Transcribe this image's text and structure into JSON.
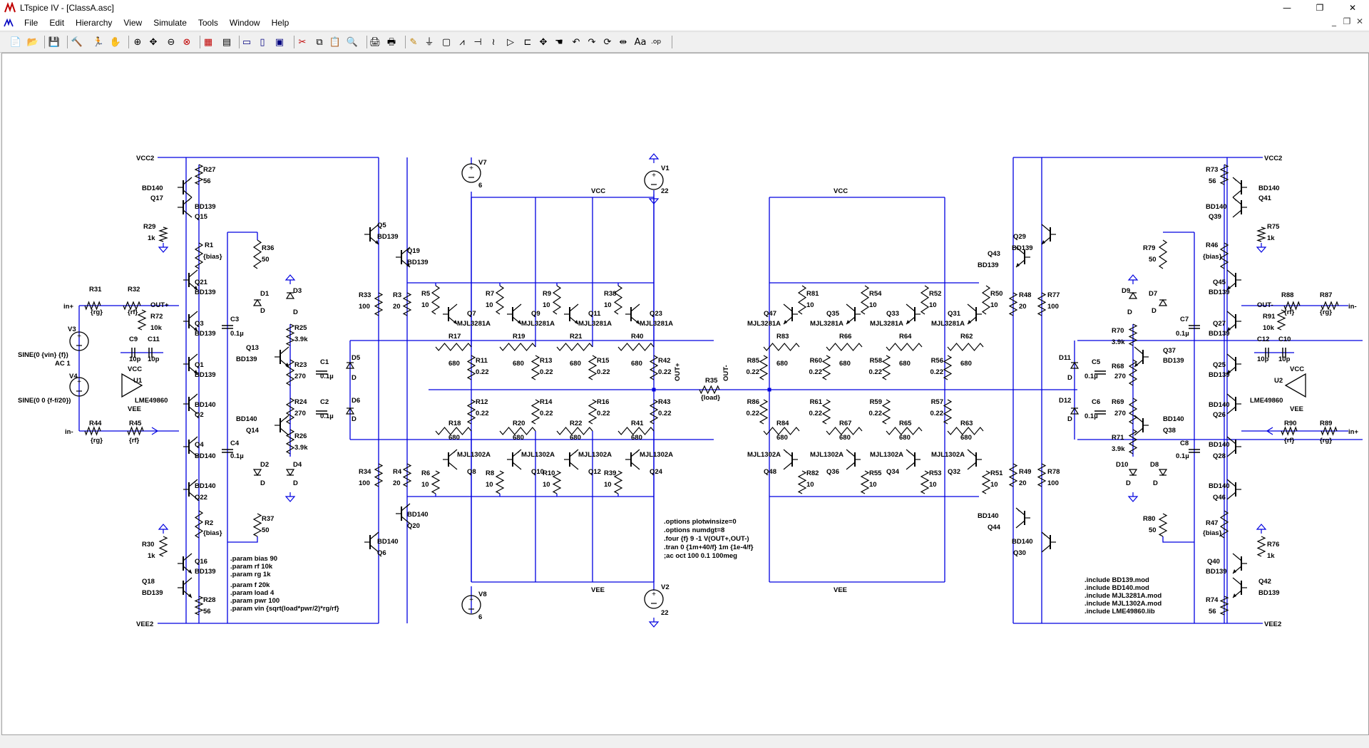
{
  "window": {
    "title": "LTspice IV - [ClassA.asc]"
  },
  "menu": [
    "File",
    "Edit",
    "Hierarchy",
    "View",
    "Simulate",
    "Tools",
    "Window",
    "Help"
  ],
  "toolbar": [
    "new-schematic",
    "open",
    "save",
    "control-panel",
    "run",
    "halt",
    "zoom-in",
    "pan",
    "zoom-out",
    "zoom-fit",
    "autorange",
    "fft",
    "tile-horizontal",
    "tile-vertical",
    "cascade",
    "cut",
    "copy",
    "paste",
    "find",
    "print-setup",
    "print",
    "draw-wire",
    "ground",
    "label-net",
    "resistor",
    "capacitor",
    "inductor",
    "diode",
    "component",
    "move",
    "drag",
    "undo",
    "redo",
    "rotate",
    "mirror",
    "text",
    "spice-directive"
  ],
  "colors": {
    "wire": "#0000e0",
    "component": "#000000",
    "text": "#000000"
  },
  "schematic": {
    "nets": {
      "vcc2_l": "VCC2",
      "vee2_l": "VEE2",
      "vcc2_r": "VCC2",
      "vee2_r": "VEE2",
      "vcc_t": "VCC",
      "vee_b": "VEE",
      "vcc_tr": "VCC",
      "vee_br": "VEE",
      "outp": "OUT+",
      "outm": "OUT-",
      "inp": "in+",
      "inm": "in-",
      "outm_r": "OUT-",
      "inp_r": "in+",
      "inm_r": "in-",
      "outp_l": "OUT+",
      "vcc_u1": "VCC",
      "vee_u1": "VEE",
      "vcc_u2": "VCC",
      "vee_u2": "VEE"
    },
    "left": {
      "Q17": "Q17",
      "Q17m": "BD140",
      "Q15": "Q15",
      "Q15m": "BD139",
      "R27": "R27",
      "R27v": "56",
      "R29": "R29",
      "R29v": "1k",
      "R1": "R1",
      "R1v": "{bias}",
      "Q21": "Q21",
      "Q21m": "BD139",
      "Q3": "Q3",
      "Q3m": "BD139",
      "Q1": "Q1",
      "Q1m": "BD139",
      "Q2": "Q2",
      "Q2m": "BD140",
      "Q4": "Q4",
      "Q4m": "BD140",
      "Q22": "Q22",
      "Q22m": "BD140",
      "R2": "R2",
      "R2v": "{bias}",
      "R30": "R30",
      "R30v": "1k",
      "Q16": "Q16",
      "Q16m": "BD139",
      "Q18": "Q18",
      "Q18m": "BD139",
      "R28": "R28",
      "R28v": "56",
      "R31": "R31",
      "R31v": "{rg}",
      "R32": "R32",
      "R32v": "{rf}",
      "R72": "R72",
      "R72v": "10k",
      "V3": "V3",
      "V3v": "SINE(0 {vin} {f})",
      "V3ac": "AC 1",
      "V4": "V4",
      "V4v": "SINE(0 0 {f-f/20})",
      "C9": "C9",
      "C9v": "10p",
      "C11": "C11",
      "C11v": "10p",
      "U1": "U1",
      "U1m": "LME49860",
      "R44": "R44",
      "R44v": "{rg}",
      "R45": "R45",
      "R45v": "{rf}",
      "C3": "C3",
      "C3v": "0.1µ",
      "C4": "C4",
      "C4v": "0.1µ",
      "R36": "R36",
      "R36v": "50",
      "D1": "D1",
      "D1v": "D",
      "D3": "D3",
      "D3v": "D",
      "R25": "R25",
      "R25v": "3.9k",
      "Q13": "Q13",
      "Q13m": "BD139",
      "R23": "R23",
      "R23v": "270",
      "C1": "C1",
      "C1v": "0.1µ",
      "D5": "D5",
      "D5v": "D",
      "R24": "R24",
      "R24v": "270",
      "C2": "C2",
      "C2v": "0.1µ",
      "D6": "D6",
      "D6v": "D",
      "Q14": "Q14",
      "Q14m": "BD140",
      "R26": "R26",
      "R26v": "3.9k",
      "D2": "D2",
      "D2v": "D",
      "D4": "D4",
      "D4v": "D",
      "R37": "R37",
      "R37v": "50",
      "Q5": "Q5",
      "Q5m": "BD139",
      "Q19": "Q19",
      "Q19m": "BD139",
      "R33": "R33",
      "R33v": "100",
      "R3": "R3",
      "R3v": "20",
      "R34": "R34",
      "R34v": "100",
      "R4": "R4",
      "R4v": "20",
      "Q20": "Q20",
      "Q20m": "BD140",
      "Q6": "Q6",
      "Q6m": "BD140",
      "V7": "V7",
      "V7v": "6",
      "V8": "V8",
      "V8v": "6",
      "V1": "V1",
      "V1v": "22",
      "V2": "V2",
      "V2v": "22",
      "R5": "R5",
      "R5v": "10",
      "R7": "R7",
      "R7v": "10",
      "R9": "R9",
      "R9v": "10",
      "R38": "R38",
      "R38v": "10",
      "Q7": "Q7",
      "Q9": "Q9",
      "Q11": "Q11",
      "Q23": "Q23",
      "npnm": "MJL3281A",
      "R17": "R17",
      "R17v": "680",
      "R19": "R19",
      "R19v": "680",
      "R21": "R21",
      "R21v": "680",
      "R40": "R40",
      "R40v": "680",
      "R11": "R11",
      "R11v": "0.22",
      "R13": "R13",
      "R13v": "0.22",
      "R15": "R15",
      "R15v": "0.22",
      "R42": "R42",
      "R42v": "0.22",
      "R12": "R12",
      "R12v": "0.22",
      "R14": "R14",
      "R14v": "0.22",
      "R16": "R16",
      "R16v": "0.22",
      "R43": "R43",
      "R43v": "0.22",
      "R18": "R18",
      "R18v": "680",
      "R20": "R20",
      "R20v": "680",
      "R22": "R22",
      "R22v": "680",
      "R41": "R41",
      "R41v": "680",
      "Q8": "Q8",
      "Q10": "Q10",
      "Q12": "Q12",
      "Q24": "Q24",
      "pnpm": "MJL1302A",
      "R6": "R6",
      "R6v": "10",
      "R8": "R8",
      "R8v": "10",
      "R10": "R10",
      "R10v": "10",
      "R39": "R39",
      "R39v": "10",
      "R35": "R35",
      "R35v": "{load}"
    },
    "right": {
      "Q47": "Q47",
      "Q35": "Q35",
      "Q33": "Q33",
      "Q31": "Q31",
      "npnm": "MJL3281A",
      "R81": "R81",
      "R81v": "10",
      "R54": "R54",
      "R54v": "10",
      "R52": "R52",
      "R52v": "10",
      "R50": "R50",
      "R50v": "10",
      "R83": "R83",
      "R83v": "680",
      "R66": "R66",
      "R66v": "680",
      "R64": "R64",
      "R64v": "680",
      "R62": "R62",
      "R62v": "680",
      "R85": "R85",
      "R85v": "0.22",
      "R60": "R60",
      "R60v": "0.22",
      "R58": "R58",
      "R58v": "0.22",
      "R56": "R56",
      "R56v": "0.22",
      "R86": "R86",
      "R86v": "0.22",
      "R61": "R61",
      "R61v": "0.22",
      "R59": "R59",
      "R59v": "0.22",
      "R57": "R57",
      "R57v": "0.22",
      "R84": "R84",
      "R84v": "680",
      "R67": "R67",
      "R67v": "680",
      "R65": "R65",
      "R65v": "680",
      "R63": "R63",
      "R63v": "680",
      "Q48": "Q48",
      "Q36": "Q36",
      "Q34": "Q34",
      "Q32": "Q32",
      "pnpm": "MJL1302A",
      "R82": "R82",
      "R82v": "10",
      "R55": "R55",
      "R55v": "10",
      "R53": "R53",
      "R53v": "10",
      "R51": "R51",
      "R51v": "10",
      "Q29": "Q29",
      "Q29m": "BD139",
      "Q43": "Q43",
      "Q43m": "BD139",
      "R48": "R48",
      "R48v": "20",
      "R77": "R77",
      "R77v": "100",
      "R49": "R49",
      "R49v": "20",
      "R78": "R78",
      "R78v": "100",
      "Q44": "Q44",
      "Q44m": "BD140",
      "Q30": "Q30",
      "Q30m": "BD140",
      "R79": "R79",
      "R79v": "50",
      "D7": "D7",
      "D7v": "D",
      "D9": "D9",
      "D9v": "D",
      "R70": "R70",
      "R70v": "3.9k",
      "Q37": "Q37",
      "Q37m": "BD139",
      "D11": "D11",
      "D11v": "D",
      "C5": "C5",
      "C5v": "0.1µ",
      "R68": "R68",
      "R68v": "270",
      "D12": "D12",
      "D12v": "D",
      "C6": "C6",
      "C6v": "0.1µ",
      "R69": "R69",
      "R69v": "270",
      "R71": "R71",
      "R71v": "3.9k",
      "Q38": "Q38",
      "Q38m": "BD140",
      "D10": "D10",
      "D10v": "D",
      "D8": "D8",
      "D8v": "D",
      "R80": "R80",
      "R80v": "50",
      "C7": "C7",
      "C7v": "0.1µ",
      "C8": "C8",
      "C8v": "0.1µ",
      "R73": "R73",
      "R73v": "56",
      "Q41": "Q41",
      "Q41m": "BD140",
      "Q39": "Q39",
      "Q39m": "BD140",
      "R75": "R75",
      "R75v": "1k",
      "R46": "R46",
      "R46v": "{bias}",
      "Q45": "Q45",
      "Q45m": "BD139",
      "Q27": "Q27",
      "Q27m": "BD139",
      "Q25": "Q25",
      "Q25m": "BD139",
      "Q26": "Q26",
      "Q26m": "BD140",
      "Q28": "Q28",
      "Q28m": "BD140",
      "Q46": "Q46",
      "Q46m": "BD140",
      "R47": "R47",
      "R47v": "{bias}",
      "R76": "R76",
      "R76v": "1k",
      "Q40": "Q40",
      "Q40m": "BD139",
      "Q42": "Q42",
      "Q42m": "BD139",
      "R74": "R74",
      "R74v": "56",
      "R88": "R88",
      "R88v": "{rf}",
      "R87": "R87",
      "R87v": "{rg}",
      "R91": "R91",
      "R91v": "10k",
      "C12": "C12",
      "C12v": "10p",
      "C10": "C10",
      "C10v": "10p",
      "U2": "U2",
      "U2m": "LME49860",
      "R90": "R90",
      "R90v": "{rf}",
      "R89": "R89",
      "R89v": "{rg}"
    },
    "params": [
      ".param bias 90",
      ".param rf 10k",
      ".param rg 1k",
      ".param f 20k",
      ".param load 4",
      ".param pwr 100",
      ".param vin {sqrt(load*pwr/2)*rg/rf}"
    ],
    "options": [
      ".options plotwinsize=0",
      ".options numdgt=8",
      ".four {f} 9 -1 V(OUT+,OUT-)",
      ".tran 0 {1m+40/f} 1m {1e-4/f}",
      ";ac oct 100 0.1 100meg"
    ],
    "includes": [
      ".include BD139.mod",
      ".include BD140.mod",
      ".include MJL3281A.mod",
      ".include MJL1302A.mod",
      ".include LME49860.lib"
    ]
  }
}
